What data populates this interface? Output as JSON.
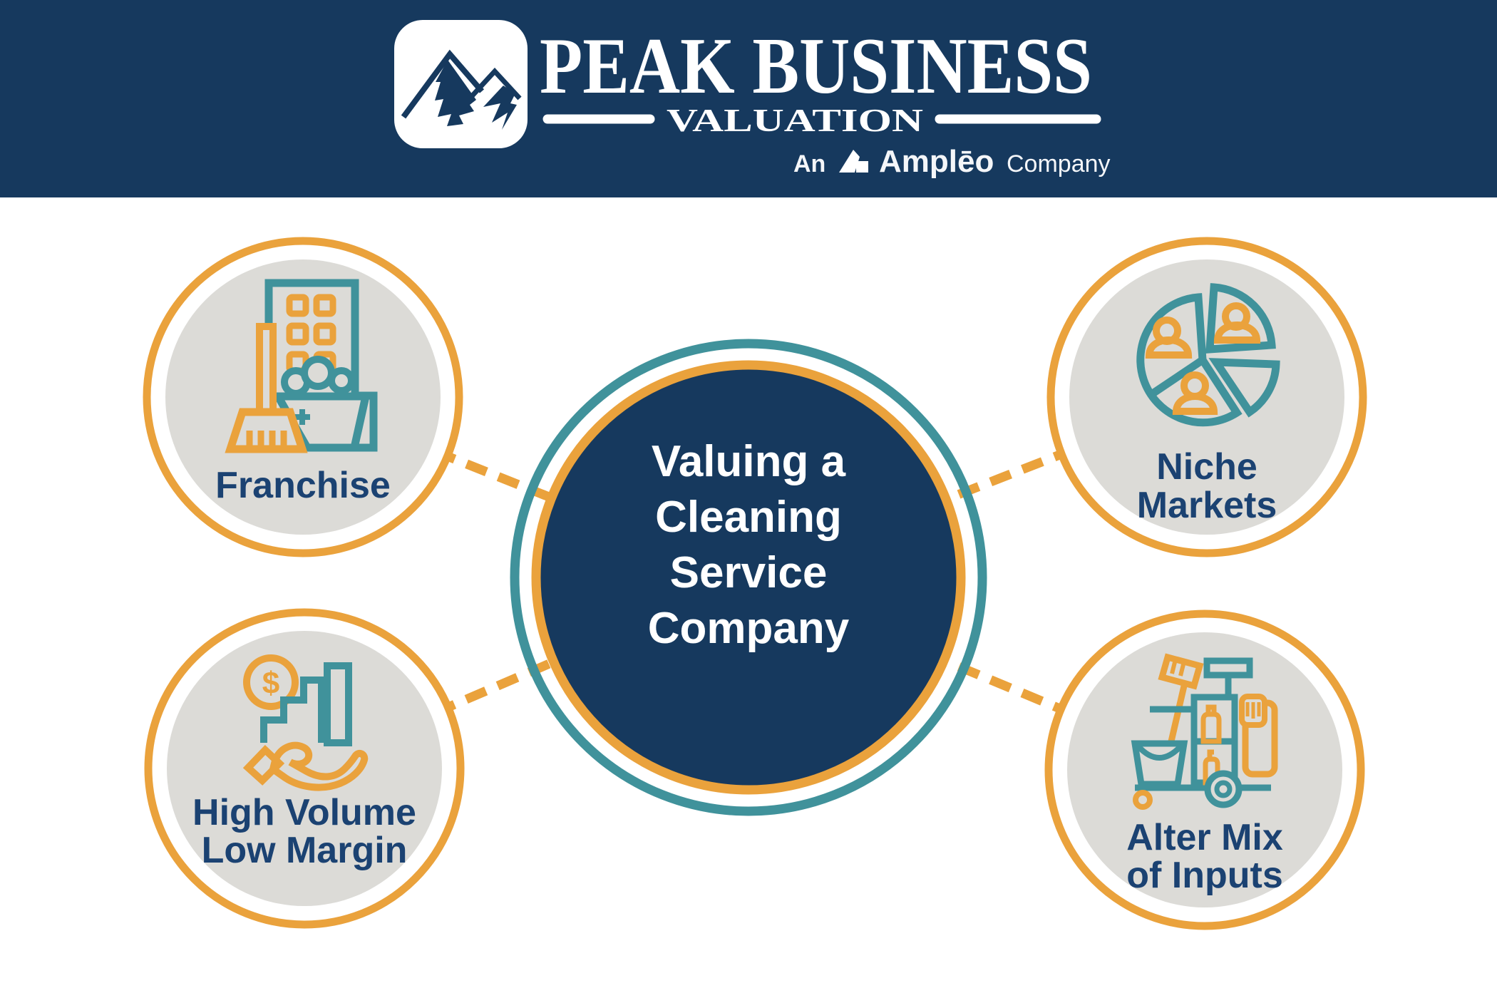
{
  "header": {
    "logo": "mountain-peaks-logo",
    "brand_name": "PEAK BUSINESS",
    "brand_subtitle": "VALUATION",
    "tagline": {
      "prefix": "An",
      "brand_mark": "ampleo-logo-mark",
      "brand": "Amplēo",
      "suffix": "Company"
    }
  },
  "palette": {
    "navy": "#16395E",
    "orange": "#EAA23C",
    "teal": "#40929B",
    "light_gray": "#DCDBD7",
    "label_navy": "#1B4272",
    "white": "#FFFFFF"
  },
  "diagram": {
    "center_title_lines": [
      "Valuing a",
      "Cleaning",
      "Service",
      "Company"
    ],
    "nodes": [
      {
        "id": "franchise",
        "label_line1": "Franchise",
        "label_line2": "",
        "icon": "office-building-broom-bucket-icon"
      },
      {
        "id": "niche-markets",
        "label_line1": "Niche",
        "label_line2": "Markets",
        "icon": "customer-segments-pie-icon"
      },
      {
        "id": "high-volume-low-margin",
        "label_line1": "High Volume",
        "label_line2": "Low Margin",
        "icon": "hand-money-growth-icon"
      },
      {
        "id": "alter-mix-of-inputs",
        "label_line1": "Alter Mix",
        "label_line2": "of Inputs",
        "icon": "janitorial-cart-icon"
      }
    ]
  },
  "icons": {
    "dollar_sign": "$"
  }
}
